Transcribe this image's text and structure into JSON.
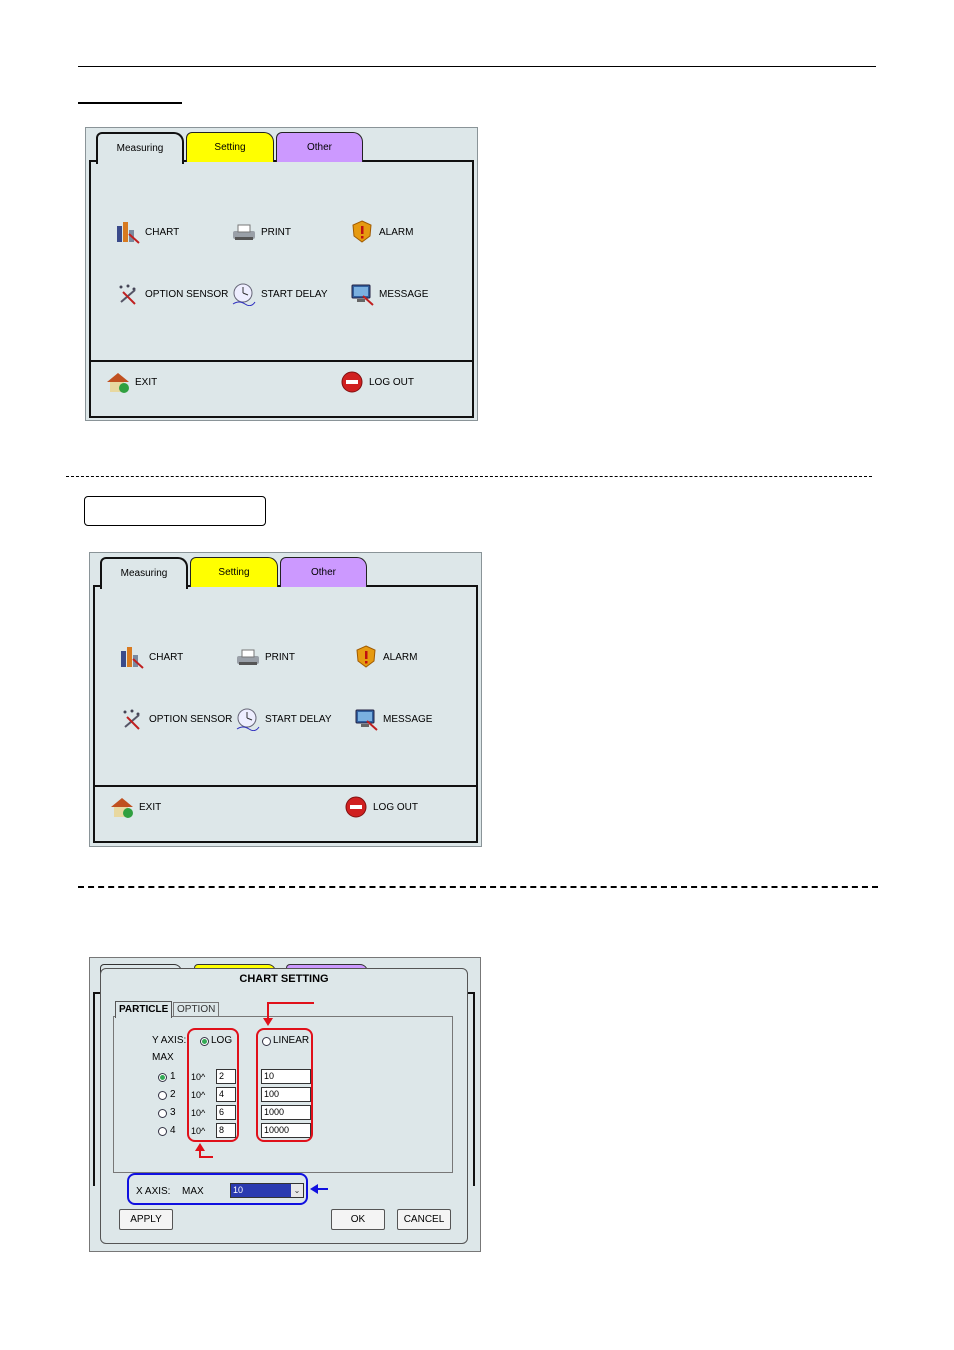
{
  "menu_tabs": [
    "Measuring",
    "Setting",
    "Other"
  ],
  "menu_items": {
    "chart": "CHART",
    "print": "PRINT",
    "alarm": "ALARM",
    "option_sensor": "OPTION SENSOR",
    "start_delay": "START DELAY",
    "message": "MESSAGE"
  },
  "footer": {
    "exit": "EXIT",
    "logout": "LOG OUT"
  },
  "colors": {
    "setting_tab": "#ffff00",
    "other_tab": "#cc99ff",
    "panel": "#dde7e9",
    "red_callout": "#e0101a",
    "blue_callout": "#1010e0"
  },
  "icons": [
    "chart-icon",
    "printer-icon",
    "alarm-icon",
    "sensor-icon",
    "clock-icon",
    "monitor-icon",
    "home-icon",
    "power-icon"
  ],
  "dialog": {
    "title": "CHART SETTING",
    "tabs": [
      "PARTICLE",
      "OPTION"
    ],
    "y_axis_label": "Y AXIS:",
    "log_label": "LOG",
    "linear_label": "LINEAR",
    "max_label": "MAX",
    "rows": [
      {
        "num": "1",
        "prefix": "10^",
        "log": "2",
        "linear": "10"
      },
      {
        "num": "2",
        "prefix": "10^",
        "log": "4",
        "linear": "100"
      },
      {
        "num": "3",
        "prefix": "10^",
        "log": "6",
        "linear": "1000"
      },
      {
        "num": "4",
        "prefix": "10^",
        "log": "8",
        "linear": "10000"
      }
    ],
    "x_axis_label": "X AXIS:",
    "x_max_label": "MAX",
    "x_max_value": "10",
    "buttons": {
      "apply": "APPLY",
      "ok": "OK",
      "cancel": "CANCEL"
    }
  }
}
